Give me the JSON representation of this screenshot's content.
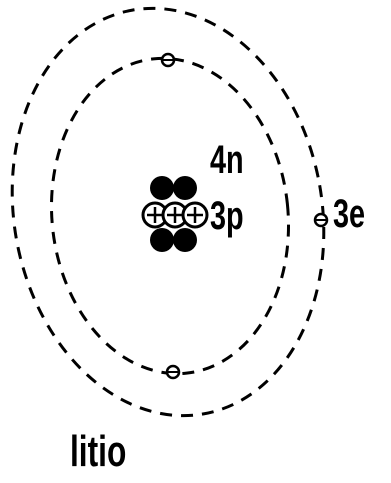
{
  "atom": {
    "neutrons_label": "4n",
    "protons_label": "3p",
    "electrons_label": "3e",
    "element_name": "litio",
    "nucleus": {
      "protons": 3,
      "neutrons": 4
    },
    "shells": [
      {
        "electrons": 2
      },
      {
        "electrons": 1
      }
    ],
    "electron_symbol": "⊖",
    "colors": {
      "ink": "#000000",
      "background": "#ffffff"
    }
  }
}
